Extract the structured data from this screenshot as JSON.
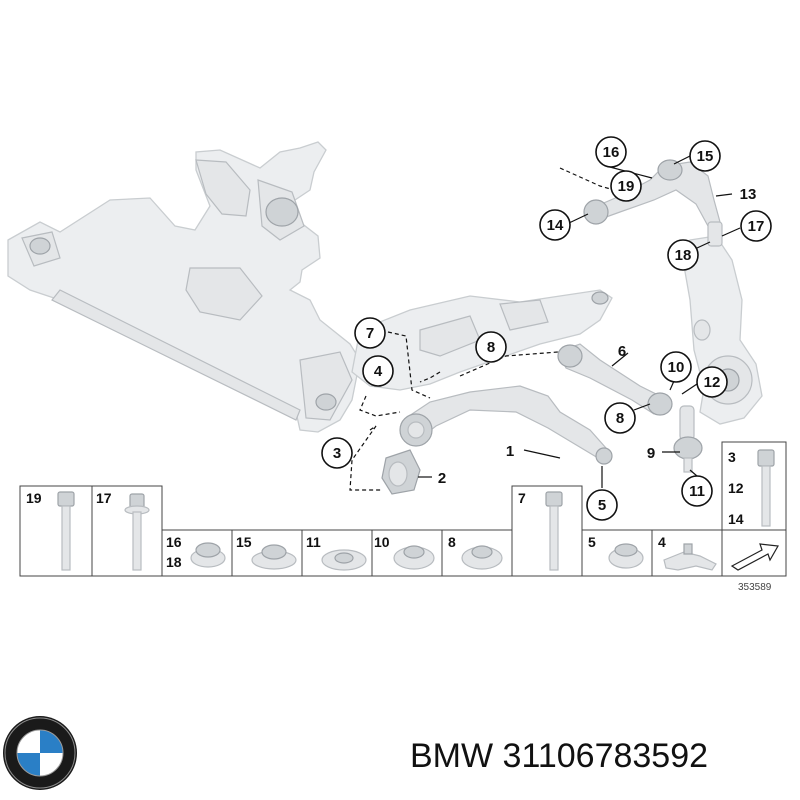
{
  "brand": {
    "name": "BMW",
    "part_number": "31106783592"
  },
  "diagram_ref": "353589",
  "callouts": [
    "16",
    "15",
    "13",
    "19",
    "14",
    "17",
    "18",
    "7",
    "8",
    "6",
    "4",
    "10",
    "12",
    "3",
    "1",
    "2",
    "9",
    "5",
    "11"
  ],
  "legend_cells": [
    {
      "numbers": [
        "19"
      ],
      "part": "bolt"
    },
    {
      "numbers": [
        "17"
      ],
      "part": "flange-bolt"
    },
    {
      "numbers": [
        "16",
        "18"
      ],
      "part": "nut"
    },
    {
      "numbers": [
        "15"
      ],
      "part": "flange-nut"
    },
    {
      "numbers": [
        "11"
      ],
      "part": "washer-nut"
    },
    {
      "numbers": [
        "10"
      ],
      "part": "hex-nut"
    },
    {
      "numbers": [
        "8"
      ],
      "part": "hex-nut"
    },
    {
      "numbers": [
        "7"
      ],
      "part": "bolt"
    },
    {
      "numbers": [
        "5"
      ],
      "part": "nut"
    },
    {
      "numbers": [
        "4"
      ],
      "part": "bracket"
    },
    {
      "numbers": [
        "3",
        "12",
        "14"
      ],
      "part": "bolt"
    }
  ]
}
